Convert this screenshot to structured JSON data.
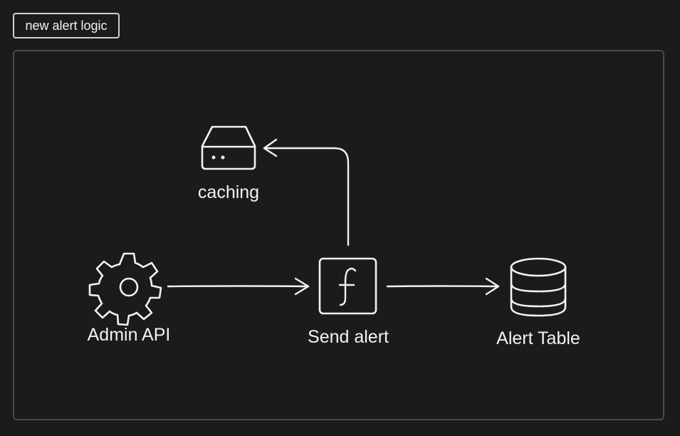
{
  "title": "new alert logic",
  "nodes": {
    "caching": {
      "label": "caching",
      "icon": "server-icon"
    },
    "admin_api": {
      "label": "Admin API",
      "icon": "gear-icon"
    },
    "send_alert": {
      "label": "Send alert",
      "icon": "function-icon",
      "glyph": "ƒ"
    },
    "alert_table": {
      "label": "Alert Table",
      "icon": "database-icon"
    }
  },
  "edges": [
    {
      "from": "Admin API",
      "to": "Send alert"
    },
    {
      "from": "Send alert",
      "to": "caching"
    },
    {
      "from": "Send alert",
      "to": "Alert Table"
    }
  ],
  "colors": {
    "background": "#1b1b1b",
    "stroke": "#f2f2f2",
    "frame": "#4a4a4a"
  }
}
